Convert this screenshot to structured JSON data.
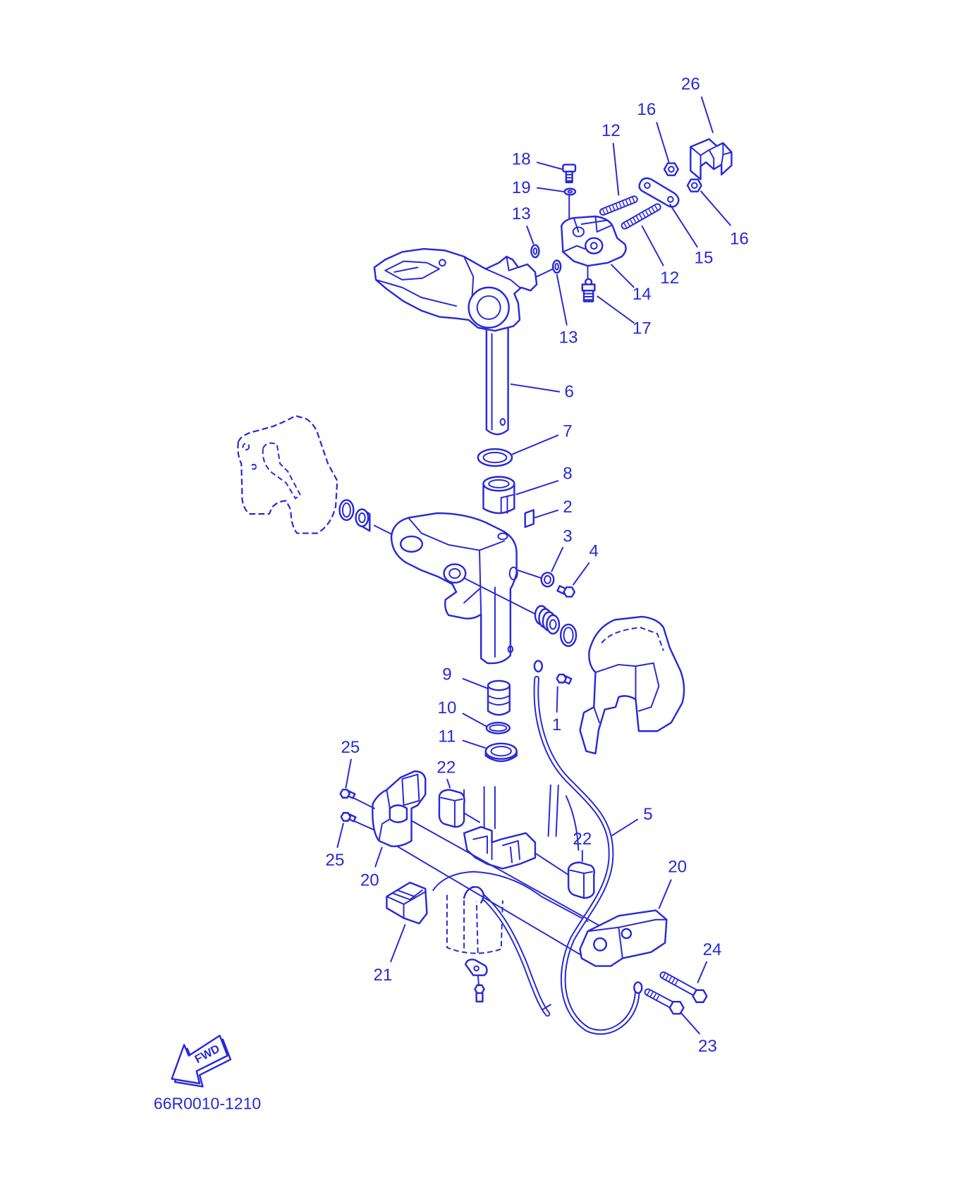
{
  "diagram": {
    "callouts": [
      "26",
      "16",
      "12",
      "18",
      "19",
      "13",
      "16",
      "15",
      "12",
      "14",
      "13",
      "17",
      "6",
      "7",
      "8",
      "2",
      "3",
      "4",
      "9",
      "10",
      "11",
      "1",
      "25",
      "22",
      "5",
      "22",
      "25",
      "20",
      "20",
      "24",
      "23",
      "21"
    ],
    "direction_arrow": {
      "label": "FWD",
      "icon": "forward-arrow-icon"
    },
    "figure_code": "66R0010-1210"
  },
  "colors": {
    "line": "#2828d8",
    "background": "#ffffff"
  }
}
